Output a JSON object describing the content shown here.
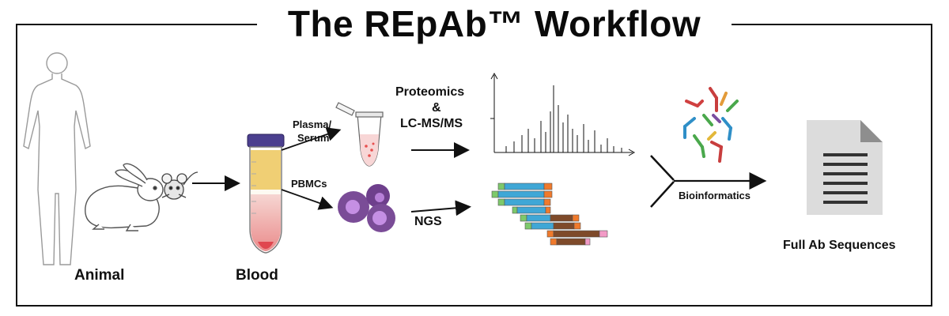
{
  "title": "The REpAb™ Workflow",
  "labels": {
    "animal": "Animal",
    "blood": "Blood",
    "plasma_serum_line1": "Plasma/",
    "plasma_serum_line2": "Serum",
    "pbmcs": "PBMCs",
    "proteomics_line1": "Proteomics",
    "proteomics_line2": "&",
    "proteomics_line3": "LC-MS/MS",
    "ngs": "NGS",
    "bioinformatics": "Bioinformatics",
    "output": "Full Ab Sequences"
  },
  "icons": {
    "human": "human-silhouette-icon",
    "rabbit": "rabbit-icon",
    "mouse": "mouse-icon",
    "tube": "blood-tube-icon",
    "microtube": "microcentrifuge-tube-icon",
    "cells": "pbmc-cells-icon",
    "spectrum": "mass-spectrum-icon",
    "reads": "sequencing-reads-icon",
    "antibodies": "antibody-fragments-icon",
    "document": "document-icon"
  },
  "colors": {
    "plasma": "#f0cf74",
    "buffy": "#ffffff",
    "rbc": "#f4c7c3",
    "rbc_bottom": "#e0474f",
    "cap": "#4b3f8f",
    "cells_outer": "#7a4c97",
    "cells_inner": "#c58fe4",
    "read_green": "#7dc96b",
    "read_blue": "#3fa7d6",
    "read_orange": "#f07a2c",
    "read_brown": "#7e4a2a",
    "read_pink": "#f29ac6"
  }
}
